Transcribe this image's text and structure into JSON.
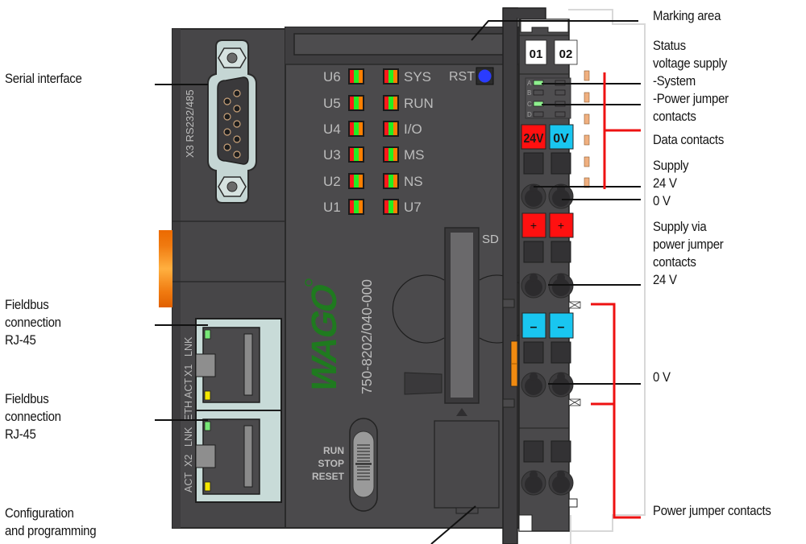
{
  "labels_left": {
    "serial_interface": "Serial interface",
    "fieldbus_1": "Fieldbus\nconnection\nRJ-45",
    "fieldbus_2": "Fieldbus\nconnection\nRJ-45",
    "config": "Configuration\nand programming"
  },
  "labels_right": {
    "marking_area": "Marking area",
    "status_voltage": "Status\nvoltage supply\n-System\n-Power jumper\ncontacts",
    "data_contacts": "Data contacts",
    "supply": "Supply\n24 V\n0 V",
    "supply_pjc": "Supply via\npower jumper\ncontacts\n24 V",
    "zero_v": "0 V",
    "power_jumper_contacts": "Power jumper contacts"
  },
  "device": {
    "serial_port_label": "X3 RS232/485",
    "part_number": "750-8202/040-000",
    "brand": "WAGO",
    "led_left": [
      "U6",
      "U5",
      "U4",
      "U3",
      "U2",
      "U1"
    ],
    "led_right": [
      "SYS",
      "RUN",
      "I/O",
      "MS",
      "NS",
      "U7"
    ],
    "reset_label": "RST",
    "sd_label": "SD",
    "mode_switch": [
      "RUN",
      "STOP",
      "RESET"
    ],
    "eth_label": "ETH",
    "x1_labels": [
      "LNK",
      "X1",
      "ACT"
    ],
    "x2_labels": [
      "LNK",
      "X2",
      "ACT"
    ],
    "marker_1": "01",
    "marker_2": "02",
    "status_leds": [
      "A",
      "B",
      "C",
      "D"
    ],
    "supply_24v": "24V",
    "supply_0v": "0V",
    "plus": "+",
    "minus": "–"
  },
  "colors": {
    "housing": "#4a494b",
    "housing_dark": "#3e3d3f",
    "led_red": "#ff1a1a",
    "led_green": "#22ee22",
    "led_orange": "#ff7f00",
    "reset_blue": "#2a3cff",
    "wago_green": "#1f7a1f",
    "jack_bg": "#cfe0de",
    "terminal_red": "#ff1010",
    "terminal_blue": "#19c6f0",
    "callout_red": "#ee1111"
  }
}
